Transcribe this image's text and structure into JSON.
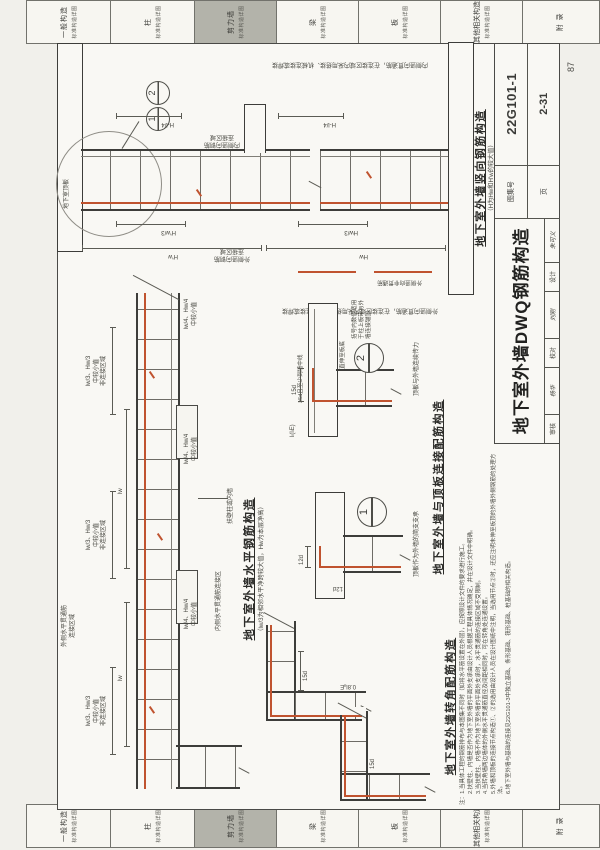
{
  "page": {
    "corner_page_no": "87",
    "accent_red": "#c0532f",
    "line_dark": "#3d3d3a",
    "tab_highlight": "#b3b3aa"
  },
  "tabs": [
    {
      "name": "一般构造",
      "sub": "标准构造详图"
    },
    {
      "name": "柱",
      "sub": "标准构造详图"
    },
    {
      "name": "剪力墙",
      "sub": "标准构造详图"
    },
    {
      "name": "梁",
      "sub": "标准构造详图"
    },
    {
      "name": "板",
      "sub": "标准构造详图"
    },
    {
      "name": "其他相关构造",
      "sub": "标准构造详图"
    },
    {
      "name": "附 录",
      "sub": ""
    }
  ],
  "title_block": {
    "title": "地下室外墙DWQ钢筋构造",
    "atlas_label": "图集号",
    "atlas_no": "22G101-1",
    "page_label": "页",
    "page_no": "2-31",
    "auditor_label": "审核",
    "auditor_name": "杨华",
    "checker_label": "校对",
    "checker_name": "刘刚",
    "designer_label": "设计",
    "designer_name": "朱可义"
  },
  "plan": {
    "caption": "地下室外墙水平钢筋构造",
    "subcaption": "（lw/3为相邻水平净跨较大值，Hw为本层净高）",
    "zone_outer_l1": "lw/3、Hw/3",
    "zone_outer_l2": "中较小值",
    "zone_outer_l3": "非连接区域",
    "zone_inner_l1": "lw/4、Hw/4",
    "zone_inner_l2": "中较小值",
    "outer_bar_l1": "外侧水平贯通筋",
    "outer_bar_l2": "连接区域",
    "inner_bar_label": "内侧水平贯通筋连接区",
    "support_label": "扶壁柱或内墙",
    "span_dim": "lw"
  },
  "elev": {
    "caption": "地下室外墙竖向钢筋构造",
    "subcaption": "（H为Hw和H'w的较大值）",
    "slab_label": "地下室顶板",
    "inner_long_label": "内侧竖向贯通筋，在连接区域内采用搭接、机械连接或焊接",
    "outer_long_label": "外侧竖向贯通筋，在连接区域内采用搭接、机械连接或焊接",
    "inner_zone_l1": "内侧竖向钢筋",
    "inner_zone_l2": "连接区域",
    "outer_zone_l1": "外侧竖向钢筋",
    "outer_zone_l2": "连接区域",
    "dim_inner_top": "H-l/4",
    "dim_inner_bot": "H-l/4",
    "dim_outer_top": "H'w/3",
    "dim_outer_bot": "Hw/3",
    "story_dim_top": "H'w",
    "story_dim_bot": "Hw",
    "red_bar_label": "外侧竖向非贯通筋",
    "callout_1": "1",
    "callout_2": "2"
  },
  "conn": {
    "caption": "地下室外墙与顶板连接配筋构造",
    "detail1_no": "1",
    "detail1_label": "顶板作为外墙的简支支承",
    "detail1_dim_a": "12d",
    "detail1_dim_b": "12d",
    "detail2_no": "2",
    "detail2_label": "顶板与外墙连续传力",
    "detail2_dim_15d": "15d",
    "detail2_dim_lap": "lₗ(lₗE)",
    "detail2_slab_note": "≥5d且至少到墙中线",
    "detail2_wall_note": "直伸至板底",
    "detail2_side_note": "括号内数值适用于柱上板带与外墙连接锚固"
  },
  "corner": {
    "caption": "地下室外墙转角配筋构造",
    "dim_15d": "15d",
    "dim_anchor": "0.8lₐE"
  },
  "notes": {
    "prefix": "注：",
    "items": [
      "1.当具体工程的钢筋排布与本图集不同时（如将水平筋设置在外层），应按照设计文件的要求进行施工。",
      "2.扶壁柱、内墙是否作为地下室外墙的平面外支承由设计人员根据工程具体情况确定，并在设计文件中明确。",
      "3.当扶壁柱、内墙不作为地下室外墙的平面外支承时，水平贯通筋的连接区域不受限制。",
      "4.当转角墙两边墙体的外侧水平贯通筋直径及间距相同时，可在转角处连通设置。",
      "5.外墙和顶板的连接节点构造①、②的选用由设计人员在设计图纸中注明，当选用节点②时，还应注明未伸至板顶的外墙外侧钢筋的处理方法。",
      "6.地下室外墙与基础的连接见22G101-3中独立基础、条形基础、筏形基础、桩基础的相关构造。"
    ]
  }
}
